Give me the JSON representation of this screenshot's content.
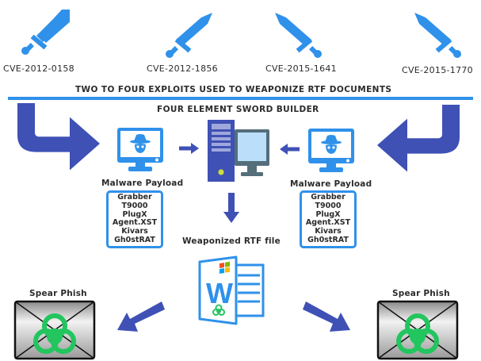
{
  "colors": {
    "sword": "#2f91ea",
    "divider": "#2f91ea",
    "arrow": "#3f51b5",
    "server": "#3f51b5",
    "monitor_frame": "#546e7a",
    "monitor_screen": "#bbdefb",
    "server_led": "#cddc39",
    "hazard": "#22c55e"
  },
  "exploits": [
    {
      "label": "CVE-2012-0158",
      "icon": "sword-icon"
    },
    {
      "label": "CVE-2012-1856",
      "icon": "sword-icon"
    },
    {
      "label": "CVE-2015-1641",
      "icon": "sword-icon"
    },
    {
      "label": "CVE-2015-1770",
      "icon": "sword-icon"
    }
  ],
  "headline": "TWO TO FOUR EXPLOITS USED TO WEAPONIZE RTF DOCUMENTS",
  "builder_title": "FOUR ELEMENT SWORD BUILDER",
  "payloads": [
    {
      "label": "Malware Payload",
      "icon": "hacker-monitor-icon",
      "items": [
        "Grabber",
        "T9000",
        "PlugX",
        "Agent.XST",
        "Kivars",
        "Gh0stRAT"
      ]
    },
    {
      "label": "Malware Payload",
      "icon": "hacker-monitor-icon",
      "items": [
        "Grabber",
        "T9000",
        "PlugX",
        "Agent.XST",
        "Kivars",
        "Gh0stRAT"
      ]
    }
  ],
  "builder_icon": "server-computer-icon",
  "output": {
    "label": "Weaponized RTF file",
    "icon": "word-document-icon"
  },
  "targets": [
    {
      "label": "Spear Phish",
      "icon": "biohazard-envelope-icon"
    },
    {
      "label": "Spear Phish",
      "icon": "biohazard-envelope-icon"
    }
  ]
}
